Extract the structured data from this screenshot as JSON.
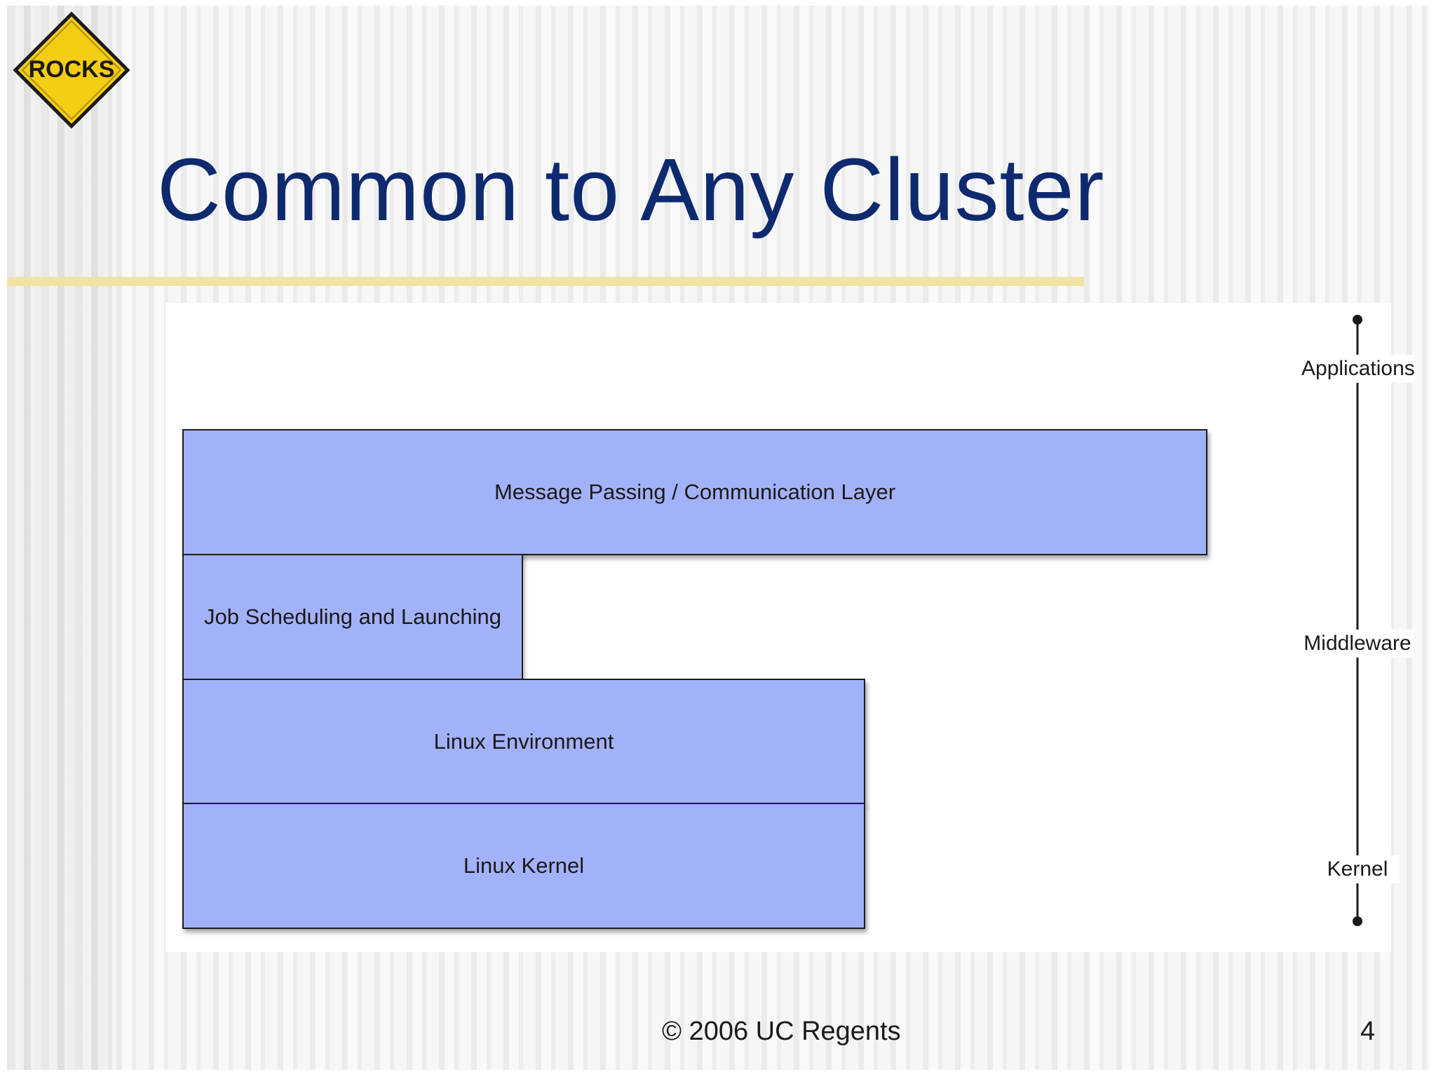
{
  "logo": {
    "text": "ROCKS",
    "icon": "diamond-sign",
    "fill": "#f5cd12",
    "outline": "#1a1a1a"
  },
  "slide": {
    "title": "Common to Any Cluster",
    "title_color": "#0e2a6e",
    "underline_color": "#f1e3a6"
  },
  "diagram": {
    "block_color": "#a2b2fa",
    "layers": [
      {
        "label": "Message Passing / Communication Layer"
      },
      {
        "label": "Job Scheduling and Launching"
      },
      {
        "label": "Linux Environment"
      },
      {
        "label": "Linux Kernel"
      }
    ],
    "axis": {
      "labels": [
        "Applications",
        "Middleware",
        "Kernel"
      ]
    }
  },
  "footer": {
    "copyright": "© 2006 UC Regents",
    "page_number": "4"
  }
}
